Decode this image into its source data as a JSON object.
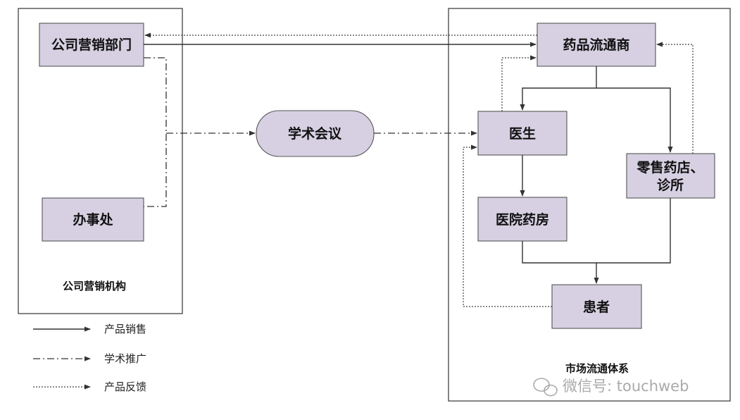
{
  "containers": {
    "marketing_org": "公司营销机构",
    "market_system": "市场流通体系"
  },
  "nodes": {
    "marketing_dept": "公司营销部门",
    "office": "办事处",
    "conference": "学术会议",
    "distributor": "药品流通商",
    "doctor": "医生",
    "hospital_pharmacy": "医院药房",
    "retail_line1": "零售药店、",
    "retail_line2": "诊所",
    "patient": "患者"
  },
  "legend": [
    {
      "label": "产品销售",
      "style": "solid"
    },
    {
      "label": "学术推广",
      "style": "dash-dot"
    },
    {
      "label": "产品反馈",
      "style": "dotted"
    }
  ],
  "watermark": "微信号: touchweb",
  "watermark_icon": "wechat-icon"
}
